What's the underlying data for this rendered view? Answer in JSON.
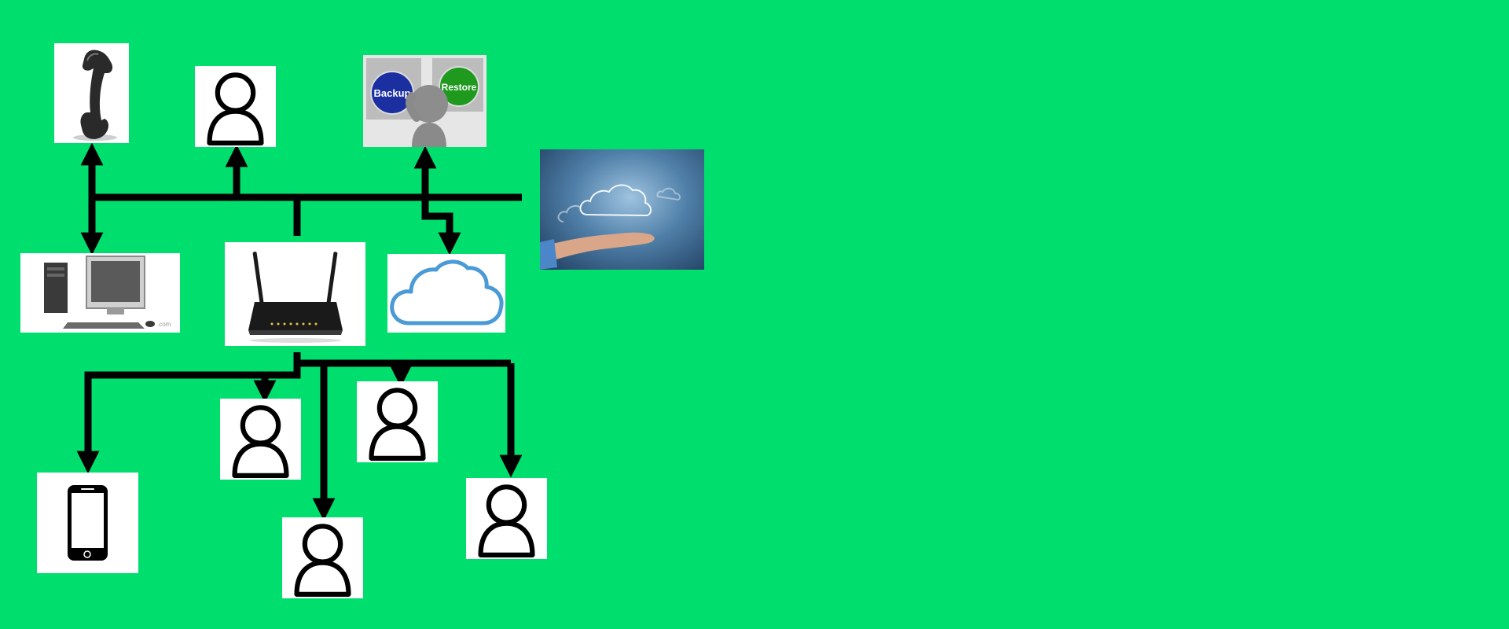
{
  "diagram": {
    "background_color": "#00df6d",
    "wire_color": "#000000",
    "nodes": [
      {
        "id": "telephone",
        "icon": "telephone-icon"
      },
      {
        "id": "user-top",
        "icon": "person-icon"
      },
      {
        "id": "backup-restore",
        "icon": "backup-restore-icon"
      },
      {
        "id": "cloud-hand",
        "icon": "cloud-in-hand-icon"
      },
      {
        "id": "desktop",
        "icon": "desktop-computer-icon"
      },
      {
        "id": "router",
        "icon": "wifi-router-icon"
      },
      {
        "id": "cloud",
        "icon": "cloud-icon"
      },
      {
        "id": "phone",
        "icon": "smartphone-icon"
      },
      {
        "id": "user-1",
        "icon": "person-icon"
      },
      {
        "id": "user-2",
        "icon": "person-icon"
      },
      {
        "id": "user-3",
        "icon": "person-icon"
      },
      {
        "id": "user-4",
        "icon": "person-icon"
      }
    ],
    "backup_button_label": "Backup",
    "restore_button_label": "Restore",
    "desktop_watermark": ".com",
    "colors": {
      "backup_button": "#1b2fa0",
      "restore_button": "#1f9a1f",
      "cloud_outline": "#4a9ad6",
      "router_body": "#1a1a1a"
    }
  }
}
